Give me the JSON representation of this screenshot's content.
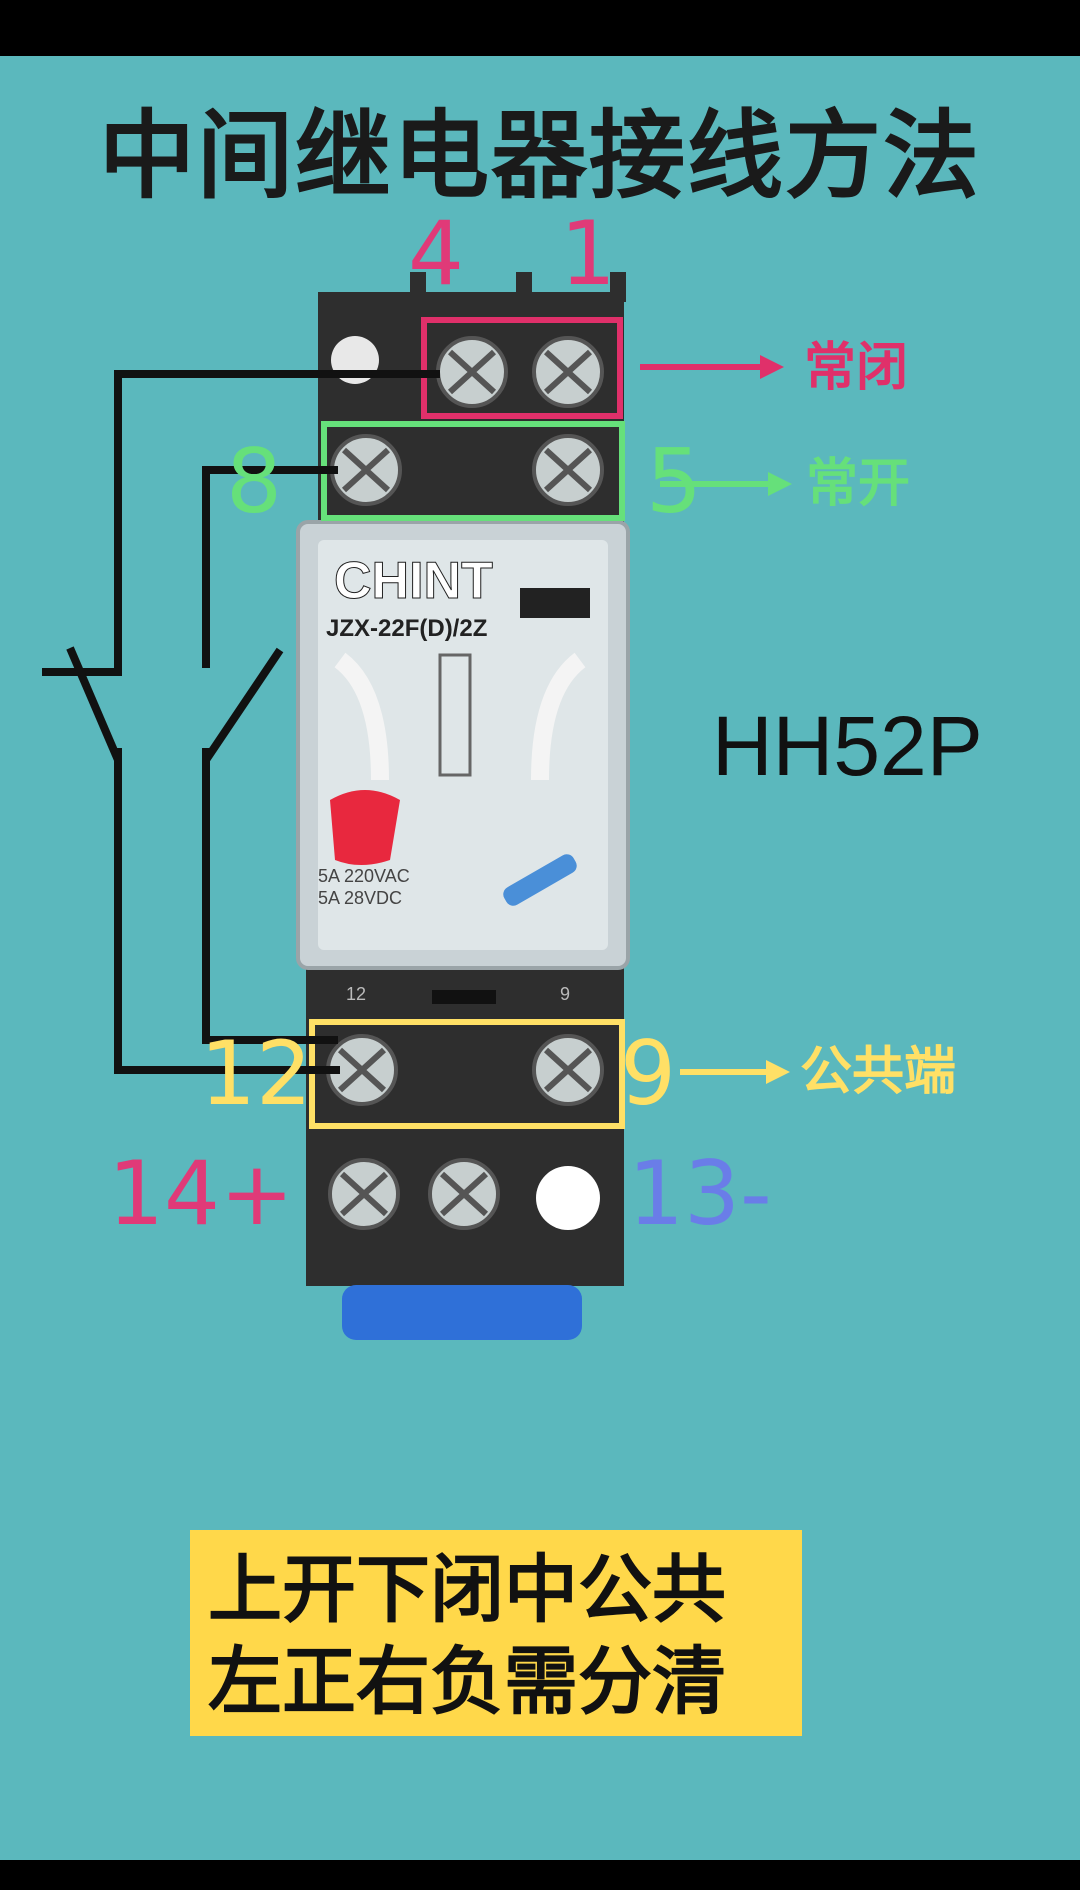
{
  "title": "中间继电器接线方法",
  "model": "HH52P",
  "terminals": {
    "t4": "4",
    "t1": "1",
    "t8": "8",
    "t5": "5",
    "t12": "12",
    "t9": "9",
    "t14": "14+",
    "t13": "13-"
  },
  "labels": {
    "normally_closed": "常闭",
    "normally_open": "常开",
    "common": "公共端"
  },
  "relay": {
    "brand": "CHINT",
    "model_code": "JZX-22F(D)/2Z",
    "rating_ac": "5A 220VAC",
    "rating_dc": "5A 28VDC",
    "base_mark_12": "12",
    "base_mark_9": "9"
  },
  "mnemonic": {
    "line1": "上开下闭中公共",
    "line2": "左正右负需分清"
  },
  "colors": {
    "background": "#5bb8bd",
    "nc": "#e0306a",
    "no": "#66e07a",
    "common": "#ffe066",
    "positive": "#e03a78",
    "negative": "#6a7de8"
  }
}
